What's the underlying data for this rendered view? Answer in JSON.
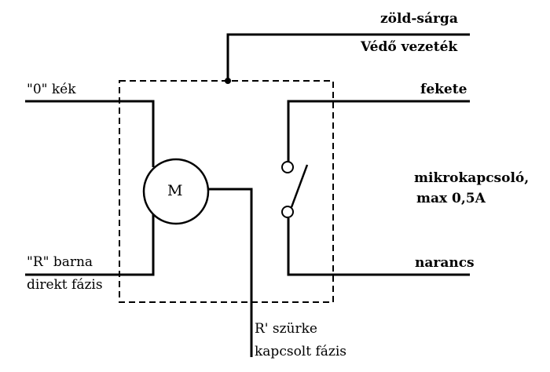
{
  "labels": {
    "neutral": "\"0\" kék",
    "phase": "\"R\" barna",
    "phase_note": "direkt fázis",
    "ground_color": "zöld-sárga",
    "ground_name": "Védő vezeték",
    "black": "fekete",
    "orange": "narancs",
    "switch_name": "mikrokapcsoló,",
    "switch_rating": "max 0,5A",
    "switched_color": "R' szürke",
    "switched_name": "kapcsolt fázis",
    "motor": "M"
  },
  "colors": {
    "line": "#000000",
    "background": "#ffffff"
  }
}
